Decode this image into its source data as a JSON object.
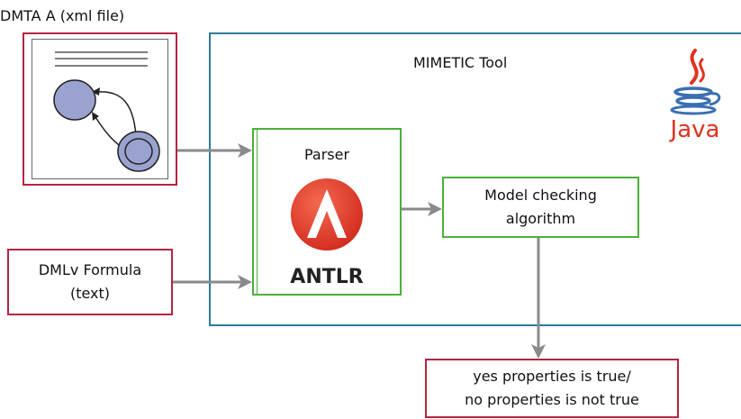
{
  "diagram": {
    "input_xml_label": "DMTA A (xml file)",
    "tool_label": "MIMETIC Tool",
    "java_logo_text": "Java",
    "parser_label": "Parser",
    "antlr_logo_text": "ANTLR",
    "model_checking_line1": "Model checking",
    "model_checking_line2": "algorithm",
    "formula_line1": "DMLv Formula",
    "formula_line2": "(text)",
    "result_line1": "yes properties is true/",
    "result_line2": "no properties is not true"
  },
  "colors": {
    "input_border": "#b5243f",
    "tool_border": "#2e7a9a",
    "component_border": "#4caf3a",
    "arrow": "#8a8a8a",
    "automaton_state_fill": "#9aa3d0",
    "antlr_red": "#e8402e",
    "java_blue": "#3b6fb1",
    "java_red": "#e0321e"
  }
}
